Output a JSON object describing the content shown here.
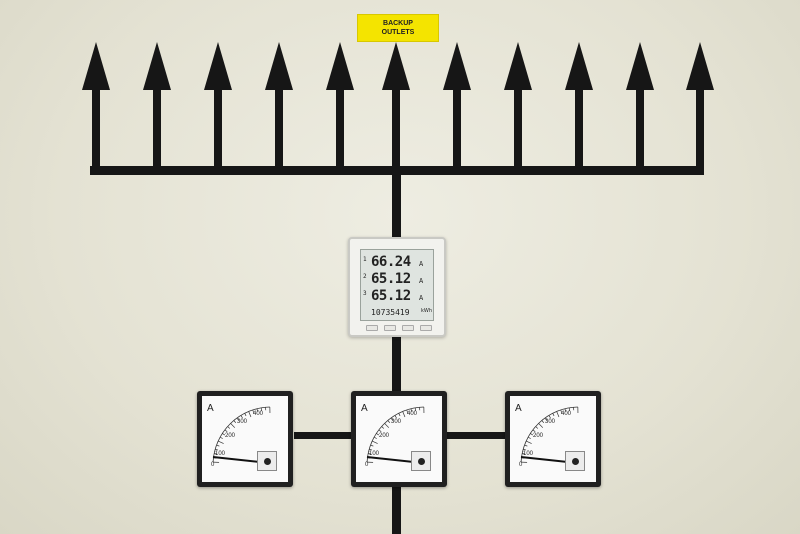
{
  "label": {
    "line1": "BACKUP",
    "line2": "OUTLETS"
  },
  "colors": {
    "label_bg": "#f4e400",
    "tape": "#161616",
    "wall": "#e6e4d6"
  },
  "power_meter": {
    "rows": [
      {
        "num": "1",
        "value": "66.24",
        "unit": "A"
      },
      {
        "num": "2",
        "value": "65.12",
        "unit": "A"
      },
      {
        "num": "3",
        "value": "65.12",
        "unit": "A"
      }
    ],
    "total": "10735419",
    "total_unit": "kWh"
  },
  "gauges": [
    {
      "unit": "A",
      "ticks": [
        "0",
        "100",
        "200",
        "300",
        "400"
      ]
    },
    {
      "unit": "A",
      "ticks": [
        "0",
        "100",
        "200",
        "300",
        "400"
      ]
    },
    {
      "unit": "A",
      "ticks": [
        "0",
        "100",
        "200",
        "300",
        "400"
      ]
    }
  ]
}
